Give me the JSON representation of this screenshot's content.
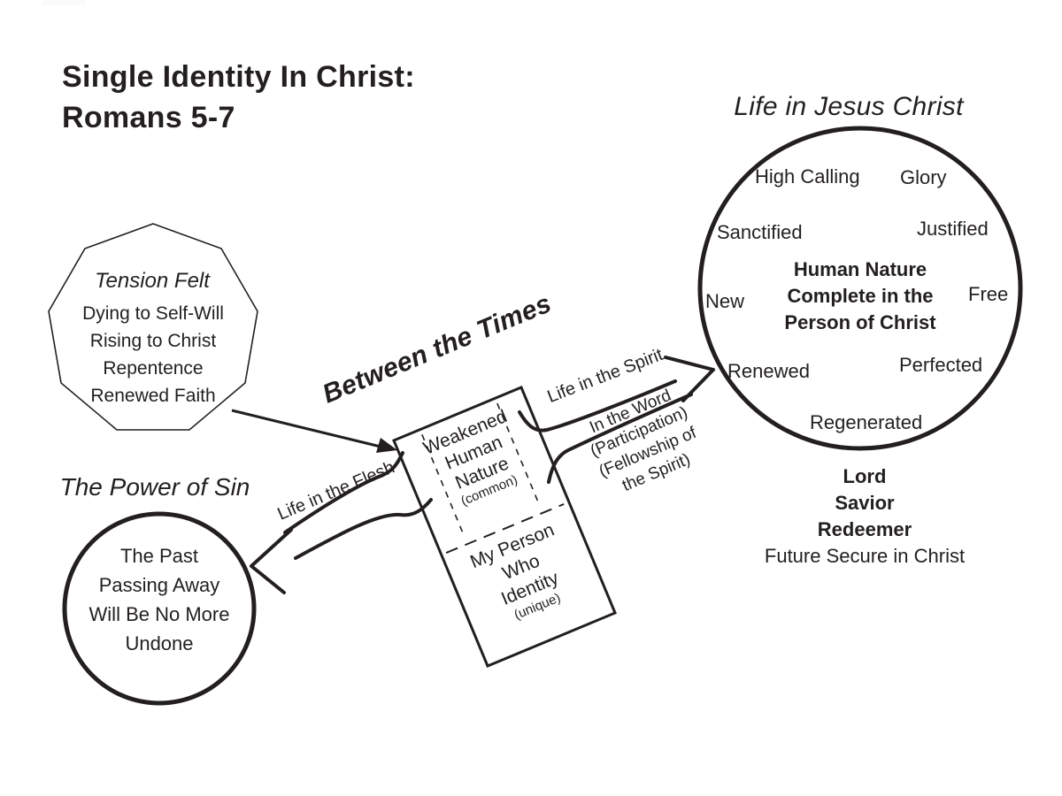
{
  "title": {
    "line1": "Single Identity In Christ:",
    "line2": "Romans 5-7"
  },
  "tension": {
    "title": "Tension Felt",
    "lines": [
      "Dying to Self-Will",
      "Rising to Christ",
      "Repentence",
      "Renewed Faith"
    ]
  },
  "between_label": "Between the Times",
  "center_box": {
    "top_lines": [
      "Weakened",
      "Human",
      "Nature"
    ],
    "top_note": "(common)",
    "bottom_lines": [
      "My Person",
      "Who",
      "Identity"
    ],
    "bottom_note": "(unique)"
  },
  "arrow_labels": {
    "flesh": "Life in the Flesh",
    "spirit": "Life in the Spirit",
    "word_lines": [
      "In the Word",
      "(Participation)",
      "(Fellowship of",
      "the Spirit)"
    ]
  },
  "sin": {
    "title": "The Power of Sin",
    "lines": [
      "The Past",
      "Passing Away",
      "Will Be No More",
      "Undone"
    ]
  },
  "life": {
    "title": "Life in Jesus Christ",
    "scattered": {
      "high_calling": "High Calling",
      "glory": "Glory",
      "sanctified": "Sanctified",
      "justified": "Justified",
      "new": "New",
      "free": "Free",
      "renewed": "Renewed",
      "perfected": "Perfected",
      "regenerated": "Regenerated"
    },
    "center_lines": [
      "Human Nature",
      "Complete in the",
      "Person of Christ"
    ],
    "below_bold": [
      "Lord",
      "Savior",
      "Redeemer"
    ],
    "below_regular": "Future Secure in Christ"
  },
  "colors": {
    "ink": "#231f20",
    "background": "#ffffff"
  }
}
